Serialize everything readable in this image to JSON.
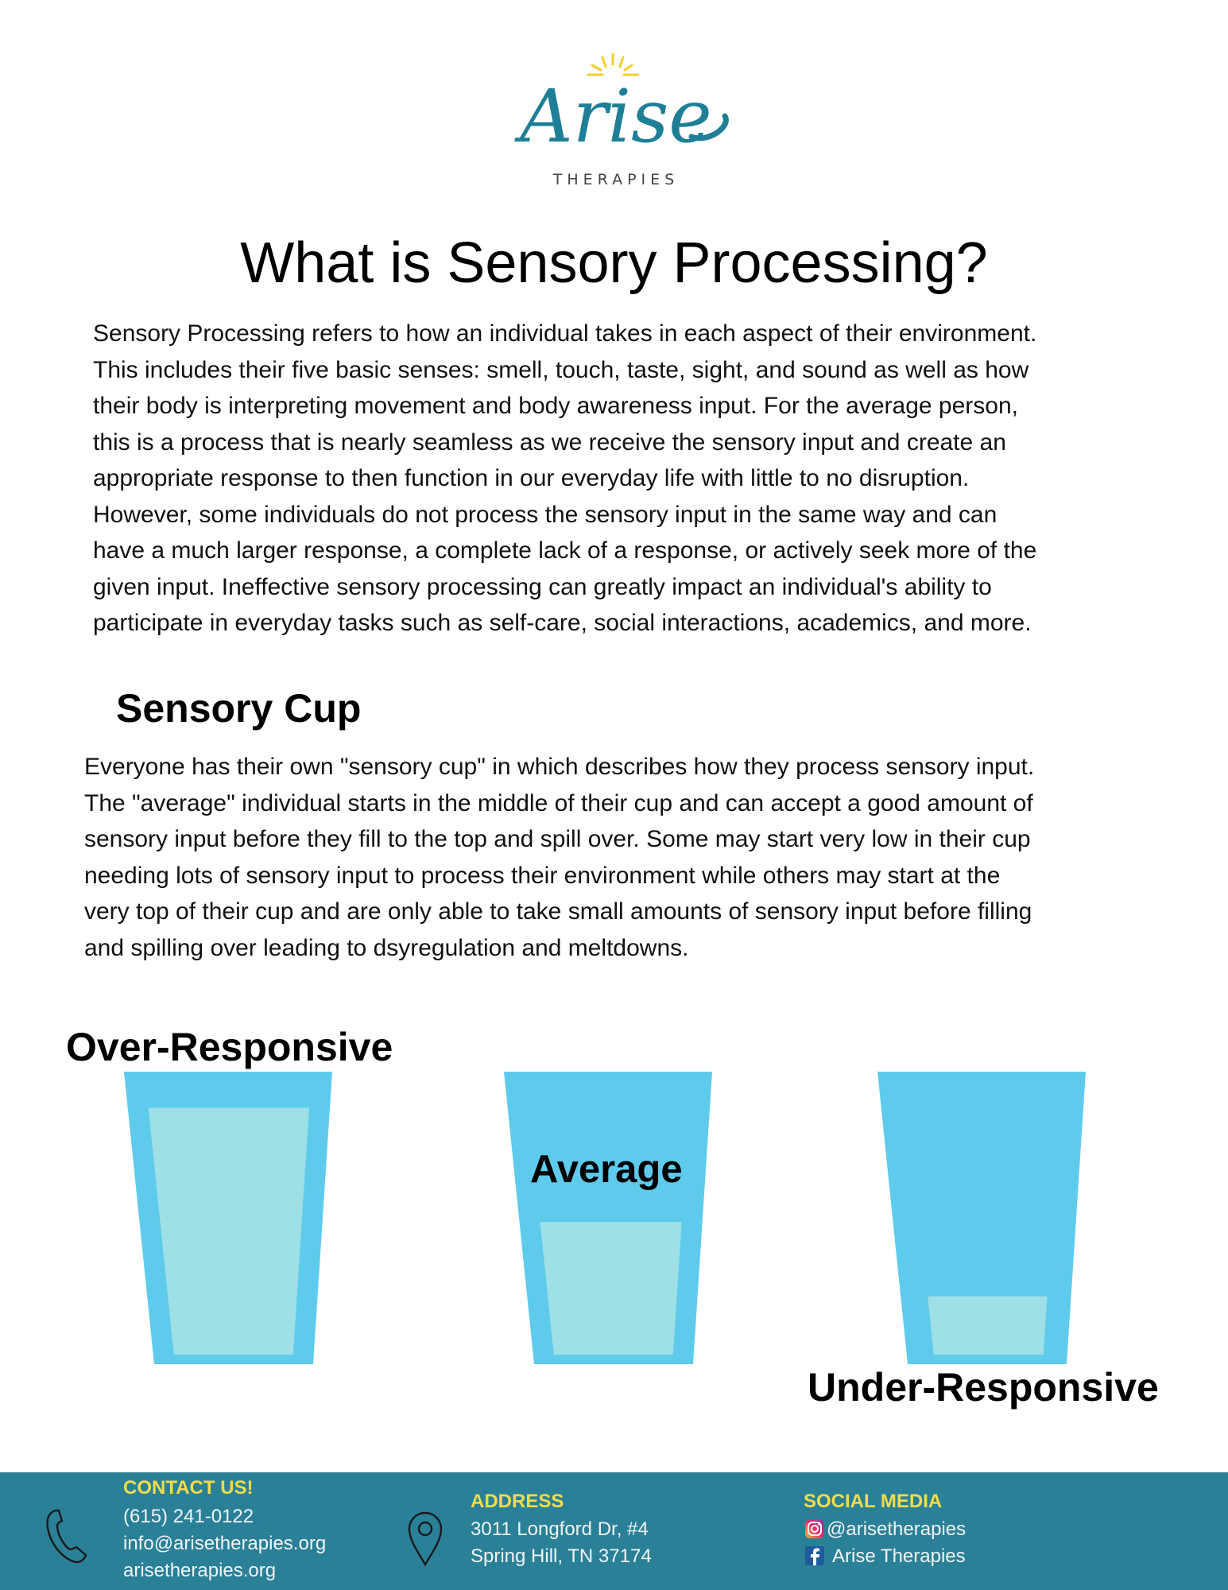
{
  "logo": {
    "name": "Arise",
    "sub": "THERAPIES"
  },
  "title": "What is Sensory Processing?",
  "intro_lines": [
    "Sensory Processing refers to how an individual takes in each aspect of their environment.",
    "This includes their five basic senses: smell, touch, taste, sight, and sound as well as how",
    "their body is interpreting movement and body awareness input. For the average person,",
    "this is a process that is nearly seamless as we receive the sensory input and create an",
    "appropriate response to then function in our everyday life with little to no disruption.",
    "However, some individuals do not process the sensory input in the same way and can",
    "have a much larger response, a complete lack of a response, or actively seek more of the",
    "given input. Ineffective sensory processing can greatly impact an individual's ability to",
    "participate in everyday tasks such as self-care, social interactions, academics, and more."
  ],
  "cup_heading": "Sensory Cup",
  "cup_lines": [
    "Everyone has their own \"sensory cup\" in which describes how they process sensory input.",
    "The \"average\" individual starts in the middle of their cup and can accept a good amount of",
    "sensory input before they fill to the top and spill over. Some may start very low in their cup",
    "needing lots of sensory input to process their environment while others may start at the",
    "very top of their cup and are only able to take small amounts of sensory input before filling",
    "and spilling over leading to dsyregulation and meltdowns."
  ],
  "cups": {
    "over": {
      "label": "Over-Responsive",
      "fill_level": 0.93
    },
    "average": {
      "label": "Average",
      "fill_level": 0.5
    },
    "under": {
      "label": "Under-Responsive",
      "fill_level": 0.22
    }
  },
  "colors": {
    "cup": "#5ecbed",
    "fill": "#9fdfe6",
    "footer_bg": "#2a8097",
    "footer_heading": "#f2dc4a",
    "logo_teal": "#1e7f96",
    "logo_sun": "#f2cf2f"
  },
  "footer": {
    "contact": {
      "icon": "phone-icon",
      "heading": "CONTACT US!",
      "phone": "(615) 241-0122",
      "email": "info@arisetherapies.org",
      "website": "arisetherapies.org"
    },
    "address": {
      "icon": "location-pin-icon",
      "heading": "ADDRESS",
      "line1": "3011 Longford Dr, #4",
      "line2": "Spring Hill, TN 37174"
    },
    "social": {
      "heading": "SOCIAL MEDIA",
      "instagram_icon": "instagram-icon",
      "instagram": "@arisetherapies",
      "facebook_icon": "facebook-icon",
      "facebook": "Arise Therapies"
    }
  }
}
